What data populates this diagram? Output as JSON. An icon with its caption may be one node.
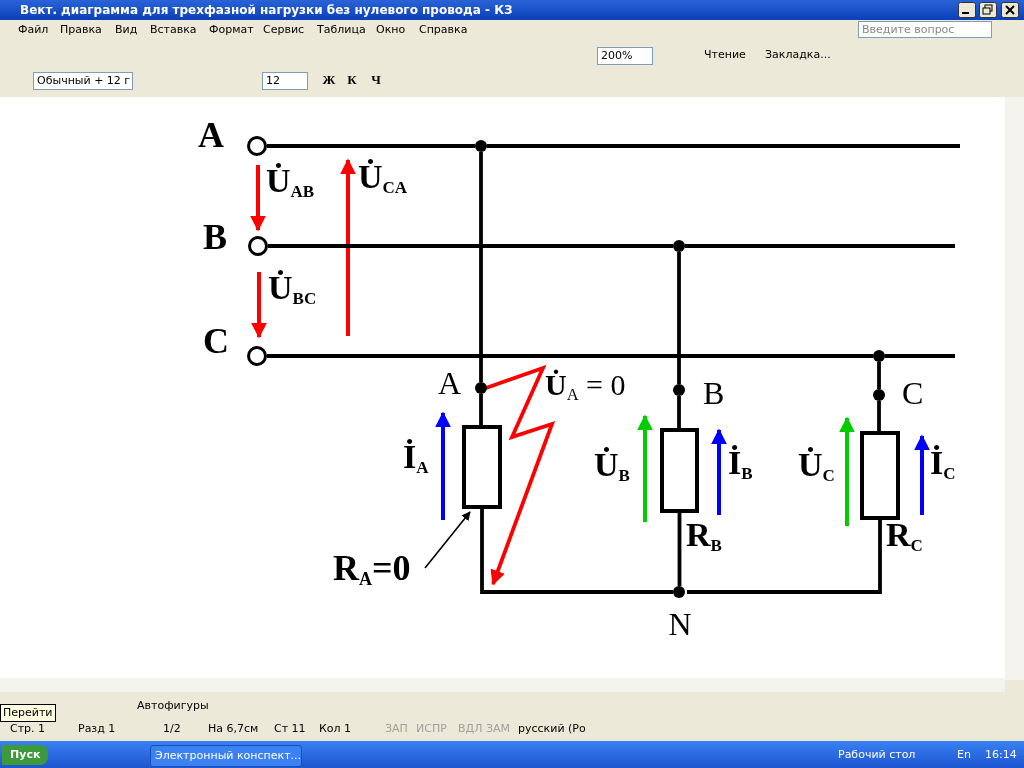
{
  "diagram": {
    "title": "Вект. диаграмма для трехфазной нагрузки без нулевого провода - КЗ",
    "nodes": [
      {
        "text": [],
        "shape": "circle",
        "beside": [
          "A"
        ]
      },
      {
        "text": [],
        "shape": "dot"
      },
      {
        "text": [],
        "shape": "circle",
        "beside": [
          "B"
        ]
      },
      {
        "text": [],
        "shape": "dot"
      },
      {
        "text": [],
        "shape": "circle",
        "beside": [
          "C"
        ]
      },
      {
        "text": [],
        "shape": "dot"
      },
      {
        "text": [],
        "shape": "dot",
        "beside": [
          "A"
        ]
      },
      {
        "text": [],
        "shape": "dot",
        "beside": [
          "B"
        ]
      },
      {
        "text": [],
        "shape": "dot",
        "beside": [
          "C"
        ]
      },
      {
        "text": [],
        "shape": "box",
        "beside": [
          "İ$_{A}$"
        ]
      },
      {
        "text": [],
        "shape": "box",
        "beside": [
          "U̇$_{B}$",
          "İ$_{B}$",
          "R$_{B}$"
        ]
      },
      {
        "text": [],
        "shape": "box",
        "beside": [
          "U̇$_{C}$",
          "İ$_{C}$",
          "R$_{C}$"
        ]
      },
      {
        "text": [
          "N"
        ]
      },
      {
        "text": [
          "R$_{A}$=0"
        ]
      }
    ],
    "edges": [
      {
        "from": 0,
        "to": 1,
        "arrow": "none"
      },
      {
        "from": 1,
        "to": null,
        "arrow": "none"
      },
      {
        "from": 1,
        "to": 6,
        "arrow": "none"
      },
      {
        "from": 6,
        "to": 9,
        "arrow": "none"
      },
      {
        "from": 2,
        "to": 3,
        "arrow": "none"
      },
      {
        "from": 3,
        "to": null,
        "arrow": "none"
      },
      {
        "from": 3,
        "to": 7,
        "arrow": "none"
      },
      {
        "from": 7,
        "to": 10,
        "arrow": "none"
      },
      {
        "from": 4,
        "to": 5,
        "arrow": "none"
      },
      {
        "from": 5,
        "to": null,
        "arrow": "none"
      },
      {
        "from": 5,
        "to": 8,
        "arrow": "none"
      },
      {
        "from": 8,
        "to": 11,
        "arrow": "none"
      },
      {
        "from": 9,
        "to": 12,
        "arrow": "none"
      },
      {
        "from": 10,
        "to": 12,
        "arrow": "none"
      },
      {
        "from": 11,
        "to": 12,
        "arrow": "none"
      },
      {
        "from": 13,
        "to": 9,
        "arrow": "to"
      },
      {
        "from": 6,
        "to": null,
        "arrow": "to",
        "color": "#ff0000"
      }
    ],
    "labels": [
      "Файл",
      "Правка",
      "Вид",
      "Вставка",
      "Формат",
      "Сервис",
      "Таблица",
      "Окно",
      "Справка",
      "Введите вопрос",
      "200%",
      "Чтение",
      "Закладка...",
      "Обычный + 12 г",
      "12",
      "Ж",
      "К",
      "Ч",
      "U̇$_{AB}$",
      "U̇$_{CA}$",
      "U̇$_{BC}$",
      "**U̇**$_{A}$ = 0",
      "Перейти",
      "Автофигуры",
      "Стр. 1",
      "Разд 1",
      "1/2",
      "На 6,7см",
      "Ст 11",
      "Кол 1",
      "ЗАП",
      "ИСПР",
      "ВДЛ",
      "ЗАМ",
      "русский (Ро",
      "Пуск",
      "Электронный конспект...",
      "Рабочий стол",
      "En",
      "16:14"
    ]
  }
}
